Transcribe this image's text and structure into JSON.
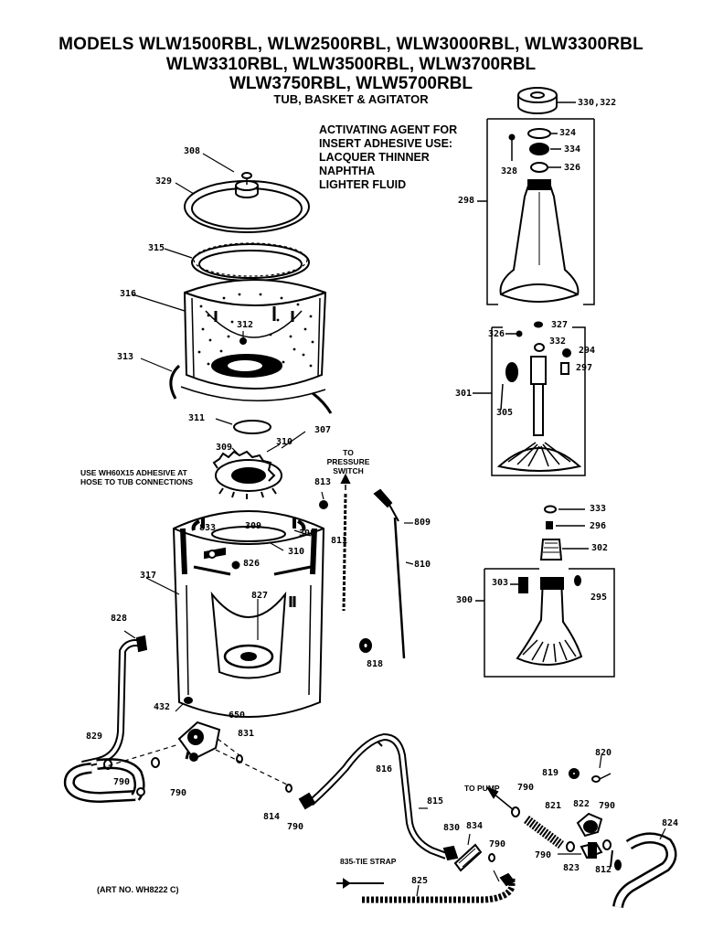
{
  "header": {
    "line1": "MODELS WLW1500RBL, WLW2500RBL, WLW3000RBL, WLW3300RBL",
    "line2": "WLW3310RBL, WLW3500RBL, WLW3700RBL",
    "line3": "WLW3750RBL, WLW5700RBL",
    "subtitle": "TUB, BASKET & AGITATOR"
  },
  "adhesive_note": [
    "ACTIVATING AGENT FOR",
    "INSERT ADHESIVE USE:",
    "LACQUER THINNER",
    "NAPHTHA",
    "LIGHTER FLUID"
  ],
  "hose_note": [
    "USE WH60X15 ADHESIVE AT",
    "HOSE TO TUB CONNECTIONS"
  ],
  "pressure_note": [
    "TO",
    "PRESSURE",
    "SWITCH"
  ],
  "to_pump": "TO PUMP",
  "tie_strap": "835-TIE STRAP",
  "art_no": "(ART NO. WH8222 C)",
  "labels": {
    "l330": "330,322",
    "l324": "324",
    "l334": "334",
    "l328a": "328",
    "l326a": "326",
    "l298": "298",
    "l308": "308",
    "l329": "329",
    "l315": "315",
    "l316": "316",
    "l312": "312",
    "l313": "313",
    "l326b": "326",
    "l327": "327",
    "l332": "332",
    "l294": "294",
    "l297": "297",
    "l301": "301",
    "l305": "305",
    "l311": "311",
    "l307": "307",
    "l309a": "309",
    "l310a": "310",
    "l813": "813",
    "l333": "333",
    "l296": "296",
    "l302": "302",
    "l303": "303",
    "l295": "295",
    "l300": "300",
    "l833": "833",
    "l309b": "309",
    "l308b": "308",
    "l826": "826",
    "l310b": "310",
    "l811": "811",
    "l809": "809",
    "l810": "810",
    "l317": "317",
    "l827": "827",
    "l828": "828",
    "l818": "818",
    "l432": "432",
    "l650": "650",
    "l831": "831",
    "l829": "829",
    "l790a": "790",
    "l790b": "790",
    "l816": "816",
    "l814": "814",
    "l790c": "790",
    "l815": "815",
    "l830": "830",
    "l834": "834",
    "l790d": "790",
    "l825": "825",
    "l790e": "790",
    "l821": "821",
    "l819": "819",
    "l820": "820",
    "l822": "822",
    "l790f": "790",
    "l824": "824",
    "l790g": "790",
    "l823": "823",
    "l812": "812"
  }
}
